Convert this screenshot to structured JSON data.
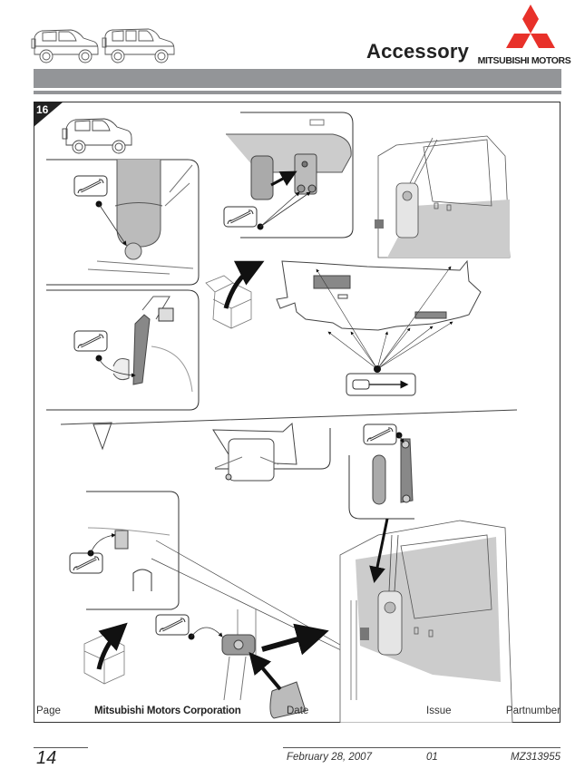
{
  "header": {
    "title": "Accessory",
    "logo_text": "MITSUBISHI MOTORS",
    "logo_color": "#e8312a",
    "bar_color": "#939598"
  },
  "step": {
    "number": "16"
  },
  "icons": [
    "car-3door-icon",
    "car-5door-icon",
    "wrench-icon",
    "screwdriver-icon",
    "parts-box-icon",
    "arrow-icon"
  ],
  "footer": {
    "page_label": "Page",
    "page_value": "14",
    "company": "Mitsubishi Motors Corporation",
    "date_label": "Date",
    "date_value": "February 28, 2007",
    "issue_label": "Issue",
    "issue_value": "01",
    "part_label": "Partnumber",
    "part_value": "MZ313955"
  }
}
